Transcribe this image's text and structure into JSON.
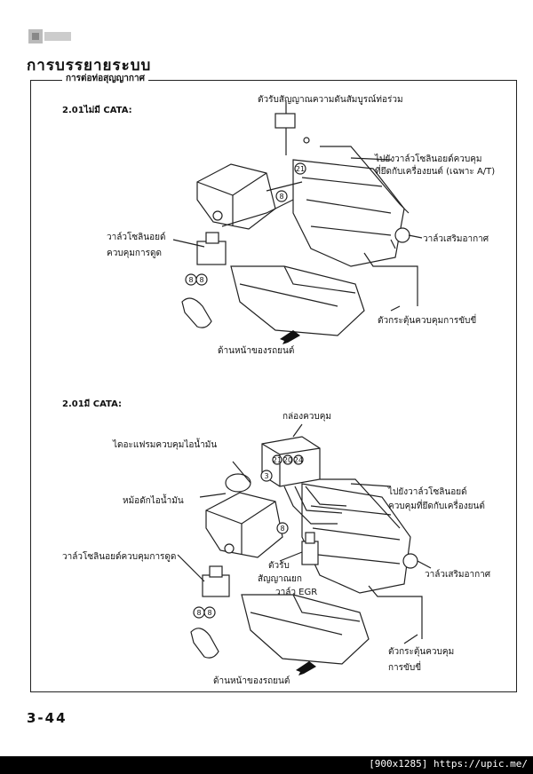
{
  "header": {
    "chapter_title": "การบรรยายระบบ",
    "section_label": "การต่อท่อสุญญากาศ"
  },
  "diagram1": {
    "caption": "2.01ไม่มี CATA:",
    "labels": {
      "sensor": "ตัวรับสัญญาณความดันสัมบูรณ์ท่อร่วม",
      "to_solenoid_1": "ไปยังวาล์วโซลินอยด์ควบคุม",
      "to_solenoid_2": "ที่ยึดกับเครื่องยนต์ (เฉพาะ A/T)",
      "solenoid_1": "วาล์วโซลินอยด์",
      "solenoid_2": "ควบคุมการดูด",
      "iac": "วาล์วเสริมอากาศ",
      "damper": "ตัวกระตุ้นควบคุมการขับขี่",
      "front": "ด้านหน้าของรถยนต์"
    }
  },
  "diagram2": {
    "caption": "2.01มี CATA:",
    "labels": {
      "control_box": "กล่องควบคุม",
      "purge": "ไดอะแฟรมควบคุมไอน้ำมัน",
      "canister": "หม้อดักไอน้ำมัน",
      "to_solenoid_1": "ไปยังวาล์วโซลินอยด์",
      "to_solenoid_2": "ควบคุมที่ยึดกับเครื่องยนต์",
      "solenoid": "วาล์วโซลินอยด์ควบคุมการดูด",
      "egr_1": "ตัวรับ",
      "egr_2": "สัญญาณยก",
      "egr_3": "วาล์ว EGR",
      "iac": "วาล์วเสริมอากาศ",
      "damper_1": "ตัวกระตุ้นควบคุม",
      "damper_2": "การขับขี่",
      "front": "ด้านหน้าของรถยนต์"
    }
  },
  "page_number": "3-44",
  "footer": "[900x1285] https://upic.me/"
}
